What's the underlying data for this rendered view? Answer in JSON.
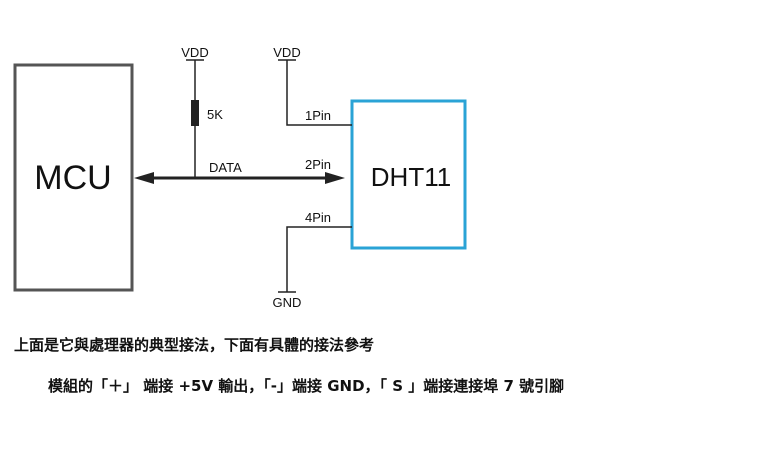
{
  "diagram": {
    "mcu_label": "MCU",
    "sensor_label": "DHT11",
    "vdd_left": "VDD",
    "vdd_right": "VDD",
    "resistor_label": "5K",
    "data_label": "DATA",
    "pin1_label": "1Pin",
    "pin2_label": "2Pin",
    "pin4_label": "4Pin",
    "gnd_label": "GND"
  },
  "colors": {
    "mcu_border": "#555555",
    "sensor_border": "#2aa3d6",
    "wire": "#222222"
  },
  "caption": {
    "line1": "上面是它與處理器的典型接法，下面有具體的接法參考",
    "line2": "模組的「＋」 端接 +5V 輸出，「-」端接 GND，「 S 」端接連接埠 7 號引腳"
  }
}
